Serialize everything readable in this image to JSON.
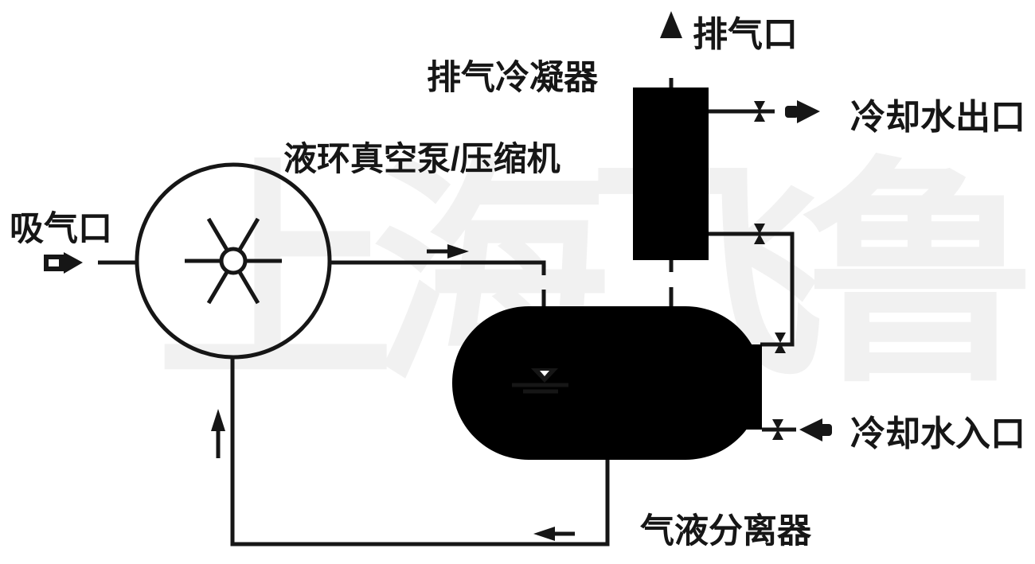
{
  "watermark": "上海飞鲁",
  "labels": {
    "suction_port": "吸气口",
    "pump": "液环真空泵/压缩机",
    "exhaust_condenser": "排气冷凝器",
    "exhaust_port": "排气口",
    "cooling_water_outlet": "冷却水出口",
    "cooling_water_inlet": "冷却水入口",
    "gas_liquid_separator": "气液分离器"
  },
  "colors": {
    "line": "#161616",
    "background": "#ffffff"
  }
}
